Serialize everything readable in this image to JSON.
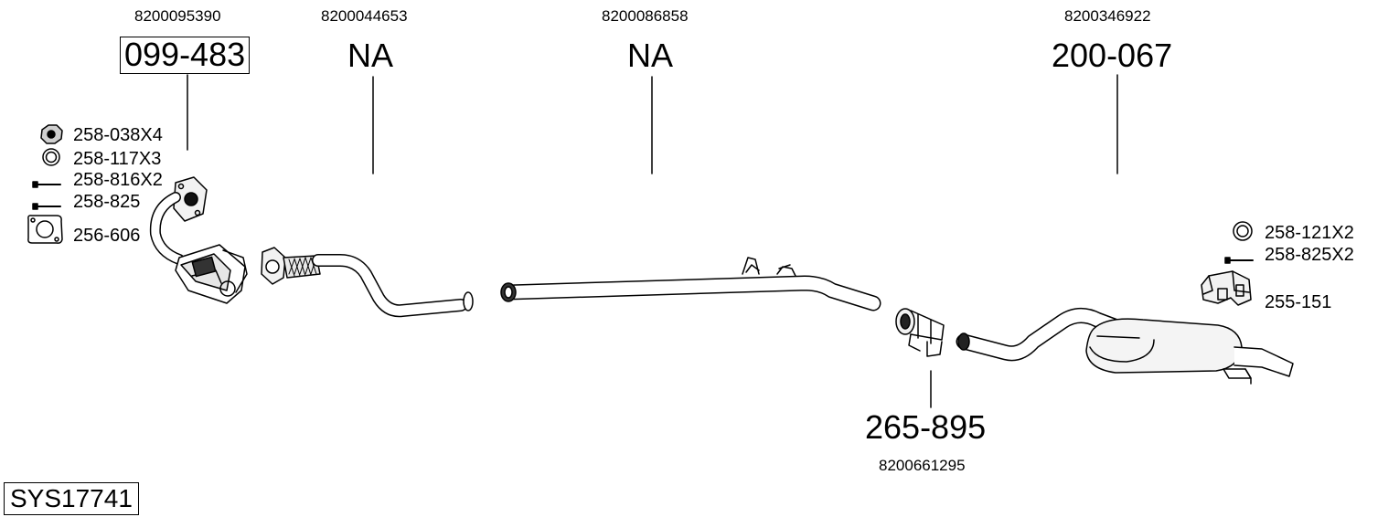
{
  "system_code": "SYS17741",
  "parts": [
    {
      "oem": "8200095390",
      "part_number": "099-483"
    },
    {
      "oem": "8200044653",
      "part_number": "NA"
    },
    {
      "oem": "8200086858",
      "part_number": "NA"
    },
    {
      "oem": "8200346922",
      "part_number": "200-067"
    },
    {
      "oem": "8200661295",
      "part_number": "265-895"
    }
  ],
  "accessories_left": [
    {
      "label": "258-038X4",
      "icon": "nut-icon"
    },
    {
      "label": "258-117X3",
      "icon": "ring-icon"
    },
    {
      "label": "258-816X2",
      "icon": "bolt-icon"
    },
    {
      "label": "258-825",
      "icon": "bolt-icon"
    },
    {
      "label": "256-606",
      "icon": "gasket-icon"
    }
  ],
  "accessories_right": [
    {
      "label": "258-121X2",
      "icon": "ring-icon"
    },
    {
      "label": "258-825X2",
      "icon": "bolt-icon"
    },
    {
      "label": "255-151",
      "icon": "bracket-icon"
    }
  ]
}
